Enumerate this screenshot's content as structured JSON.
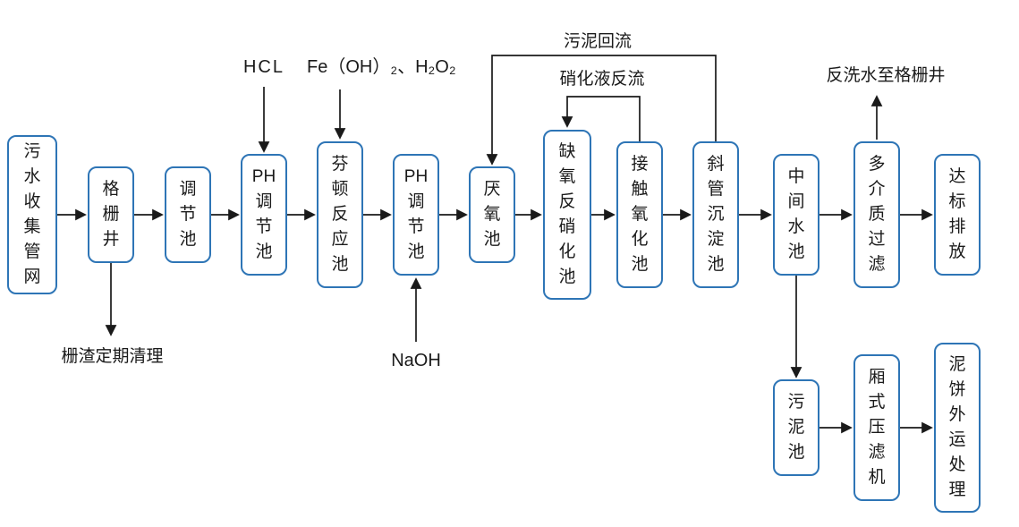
{
  "diagram": {
    "accent_color": "#2E75B6",
    "line_color": "#1a1a1a"
  },
  "nodes": {
    "sewage_network": {
      "label": "污\n水\n收\n集\n管\n网"
    },
    "grid_well": {
      "label": "格\n栅\n井"
    },
    "regulation_tank": {
      "label": "调\n节\n池"
    },
    "ph_adjust_1": {
      "label": "PH\n调\n节\n池"
    },
    "fenton_tank": {
      "label": "芬\n顿\n反\n应\n池"
    },
    "ph_adjust_2": {
      "label": "PH\n调\n节\n池"
    },
    "anaerobic_tank": {
      "label": "厌\n氧\n池"
    },
    "anoxic_denitrification_tank": {
      "label": "缺\n氧\n反\n硝\n化\n池"
    },
    "contact_oxidation_tank": {
      "label": "接\n触\n氧\n化\n池"
    },
    "inclined_tube_sedimentation_tank": {
      "label": "斜\n管\n沉\n淀\n池"
    },
    "intermediate_tank": {
      "label": "中\n间\n水\n池"
    },
    "multimedia_filter": {
      "label": "多\n介\n质\n过\n滤"
    },
    "discharge": {
      "label": "达\n标\n排\n放"
    },
    "sludge_tank": {
      "label": "污\n泥\n池"
    },
    "chamber_filter_press": {
      "label": "厢\n式\n压\n滤\n机"
    },
    "mudcake_disposal": {
      "label": "泥\n饼\n外\n运\n处\n理"
    }
  },
  "annotations": {
    "hcl": "HCL",
    "fenton_reagent": "Fe（OH）₂、H₂O₂",
    "naoh": "NaOH",
    "sludge_return": "污泥回流",
    "nitrification_backflow": "硝化液反流",
    "backwash_to_grid_well": "反洗水至格栅井",
    "grid_slag_cleaning": "栅渣定期清理"
  }
}
